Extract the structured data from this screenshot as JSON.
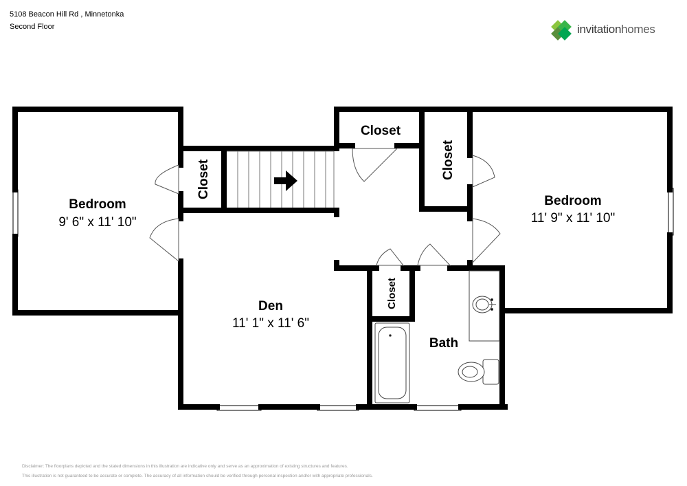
{
  "header": {
    "address": "5108 Beacon Hill Rd , Minnetonka",
    "floor": "Second Floor"
  },
  "logo": {
    "brand_part1": "invitation",
    "brand_part2": "homes",
    "icon": "diamond-cluster-icon",
    "colors": [
      "#8cc63f",
      "#39b54a",
      "#00a651",
      "#5a8f3c"
    ]
  },
  "rooms": {
    "bedroom_left": {
      "name": "Bedroom",
      "dims": "9' 6\" x 11' 10\""
    },
    "bedroom_right": {
      "name": "Bedroom",
      "dims": "11' 9\" x 11' 10\""
    },
    "den": {
      "name": "Den",
      "dims": "11' 1\" x 11' 6\""
    },
    "bath": {
      "name": "Bath"
    },
    "closet_top": {
      "name": "Closet"
    },
    "closet_left": {
      "name": "Closet"
    },
    "closet_right": {
      "name": "Closet"
    },
    "closet_bath": {
      "name": "Closet"
    }
  },
  "disclaimer": {
    "line1": "Disclaimer: The floorplans depicted and the stated dimensions in this illustration are indicative only and serve as an approximation of existing structures and features.",
    "line2": "This illustration is not guaranteed to be accurate or complete. The accuracy of all information should be verified through personal inspection and/or with appropriate professionals."
  }
}
